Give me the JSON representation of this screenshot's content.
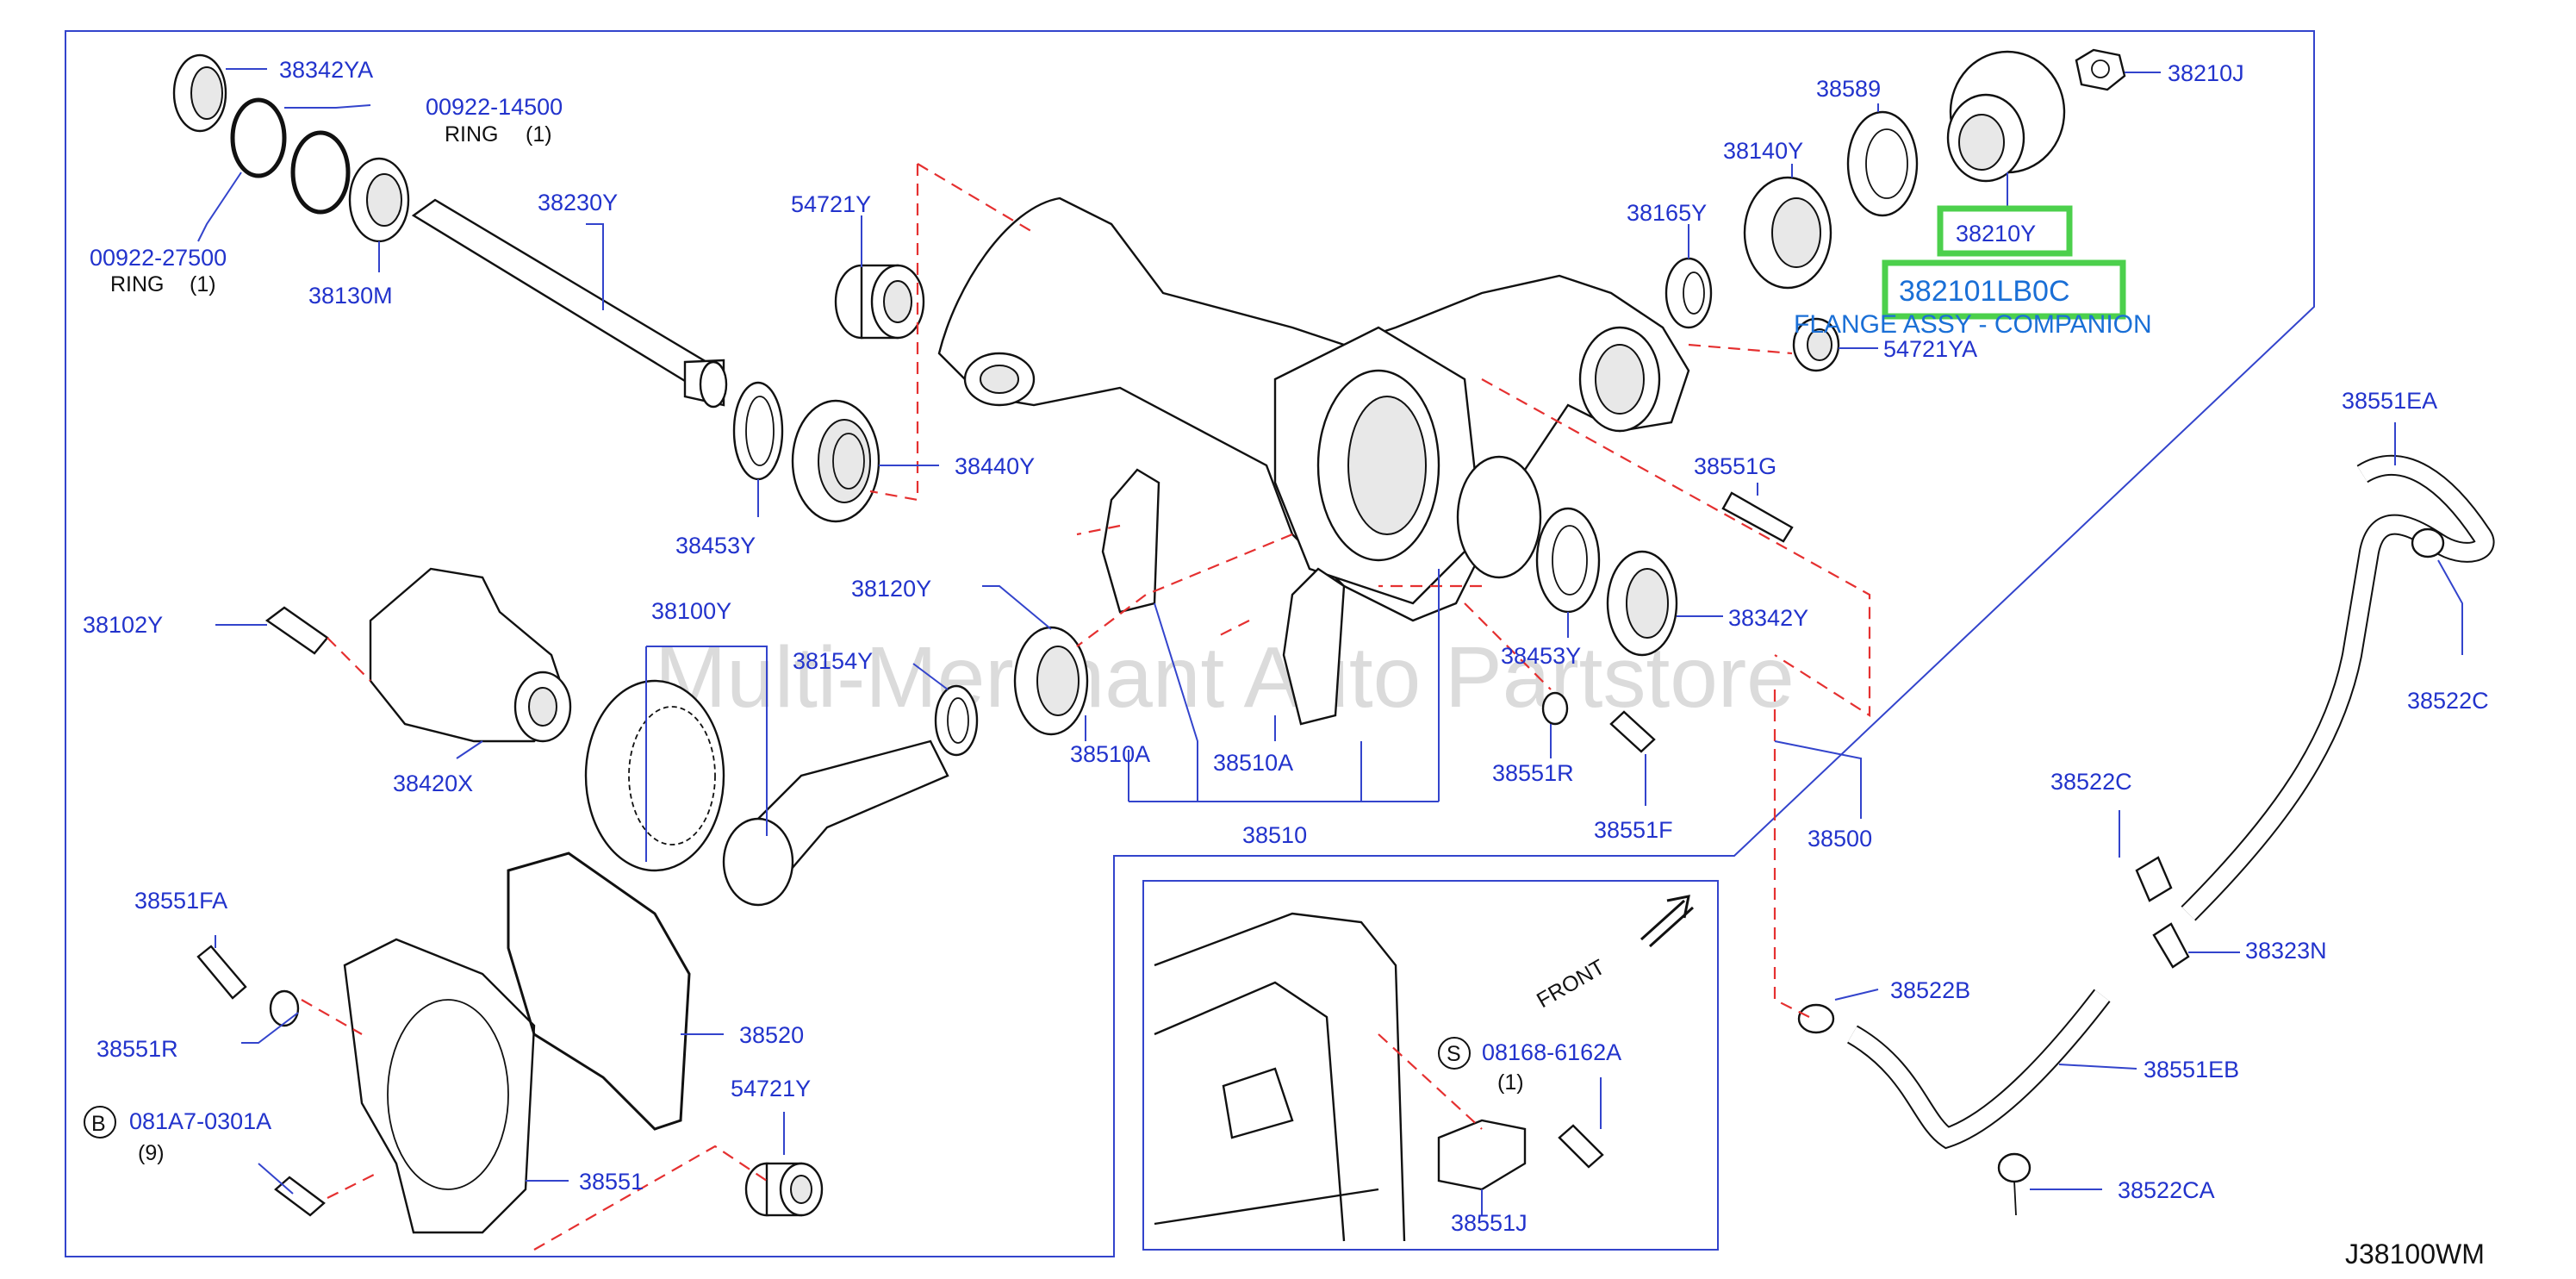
{
  "watermark": "Multi-Merchant Auto Partstore",
  "diagram_code": "J38100WM",
  "highlight": {
    "part_label": "38210Y",
    "part_number": "382101LB0C",
    "description": "FLANGE ASSY - COMPANION",
    "box_color": "#4cd04c"
  },
  "front_label": "FRONT",
  "labels": {
    "l38342YA": "38342YA",
    "l0092214500": "00922-14500",
    "ring1": "RING",
    "ring1_qty": "(1)",
    "l0092227500": "00922-27500",
    "ring2": "RING",
    "ring2_qty": "(1)",
    "l38130M": "38130M",
    "l38230Y": "38230Y",
    "l54721Y_top": "54721Y",
    "l38453Y_left": "38453Y",
    "l38440Y": "38440Y",
    "l38589": "38589",
    "l38140Y": "38140Y",
    "l38165Y": "38165Y",
    "l38210J": "38210J",
    "l54721YA": "54721YA",
    "l38551G": "38551G",
    "l38551EA": "38551EA",
    "l38522C_right": "38522C",
    "l38102Y": "38102Y",
    "l38100Y": "38100Y",
    "l38120Y": "38120Y",
    "l38154Y": "38154Y",
    "l38420X": "38420X",
    "l38510A_1": "38510A",
    "l38510A_2": "38510A",
    "l38510": "38510",
    "l38453Y_right": "38453Y",
    "l38342Y": "38342Y",
    "l38551R_right": "38551R",
    "l38551F": "38551F",
    "l38500": "38500",
    "l38522C_mid": "38522C",
    "l38323N": "38323N",
    "l38522B": "38522B",
    "l38551EB": "38551EB",
    "l38522CA": "38522CA",
    "l38551FA": "38551FA",
    "l38551R_left": "38551R",
    "l38520": "38520",
    "l54721Y_bottom": "54721Y",
    "l081A70301A": "081A7-0301A",
    "l081A70301A_qty": "(9)",
    "l38551": "38551",
    "l0816861662A": "08168-6162A",
    "l0816861662A_qty": "(1)",
    "l38551J": "38551J",
    "circle_b": "B",
    "circle_s": "S"
  }
}
